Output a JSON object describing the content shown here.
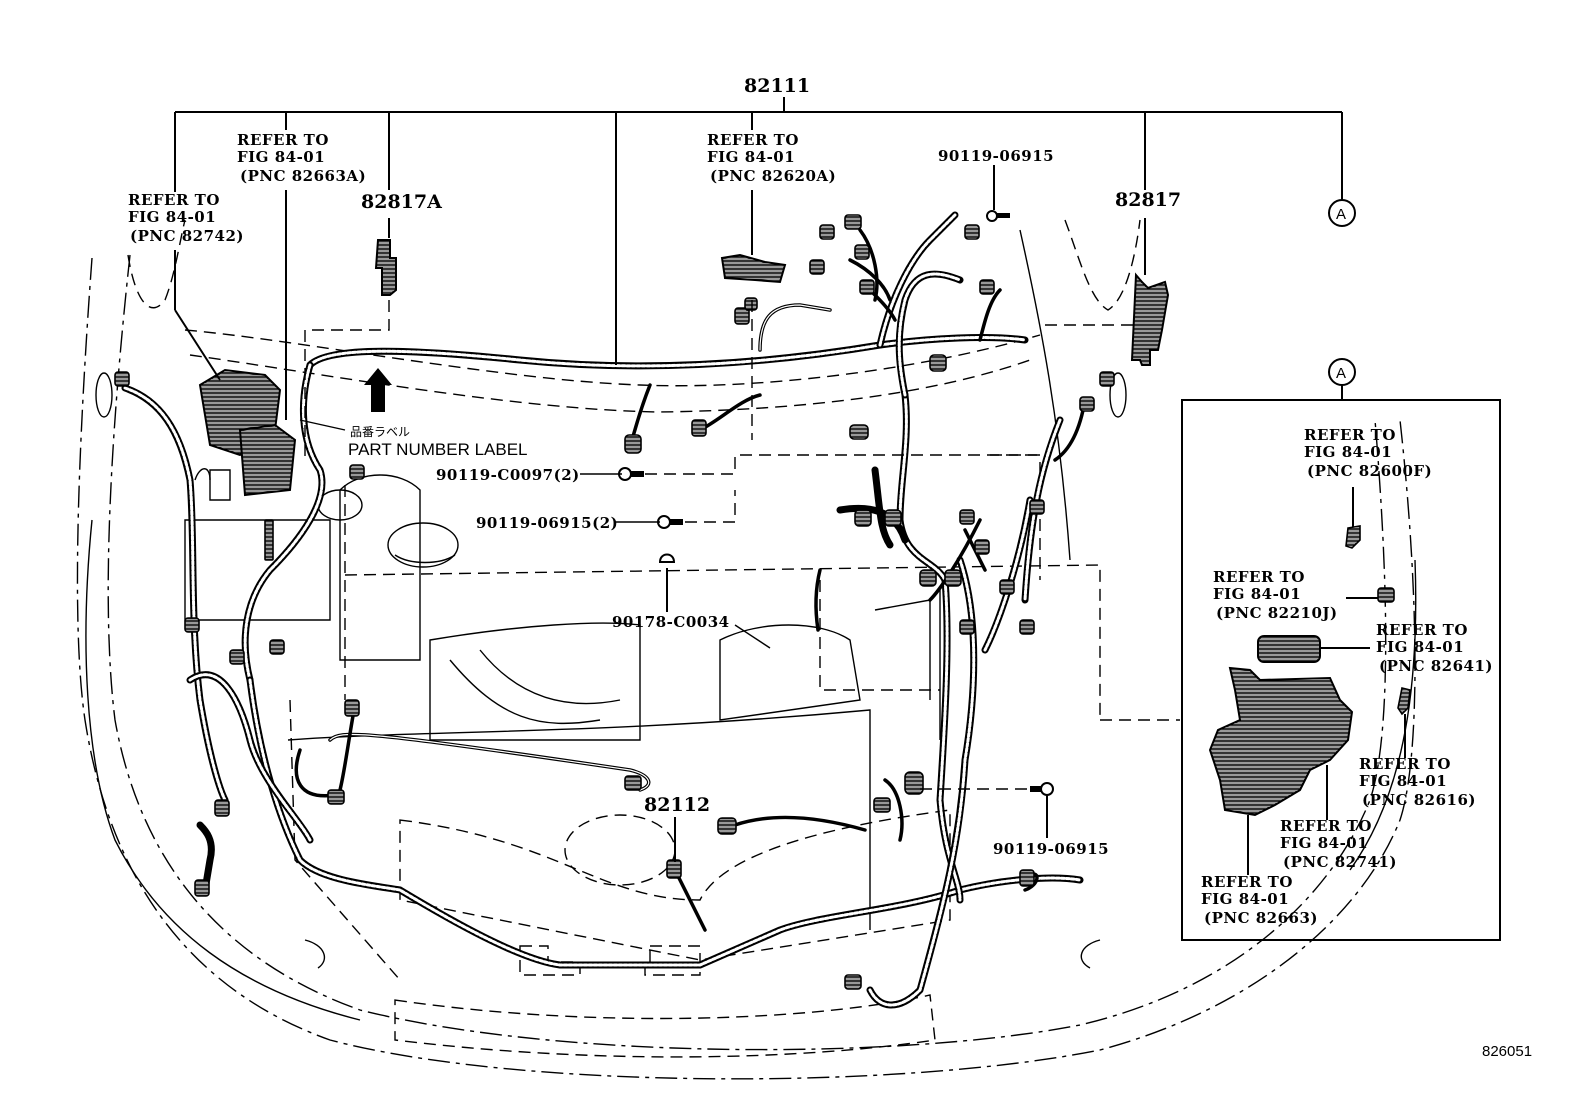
{
  "diagram": {
    "title_part": "82111",
    "figure_code": "826051",
    "part_number_label_jp": "品番ラベル",
    "part_number_label_en": "PART NUMBER LABEL",
    "callouts": {
      "refer_82742": [
        "REFER TO",
        "FIG 84-01",
        "(PNC 82742)"
      ],
      "refer_82663A": [
        "REFER TO",
        "FIG 84-01",
        "(PNC 82663A)"
      ],
      "refer_82620A": [
        "REFER TO",
        "FIG 84-01",
        "(PNC 82620A)"
      ],
      "part_82817A": "82817A",
      "part_82817": "82817",
      "bolt_top": "90119-06915",
      "bolt_c0097": "90119-C0097(2)",
      "bolt_06915_2": "90119-06915(2)",
      "nut_c0034": "90178-C0034",
      "part_82112": "82112",
      "bolt_bottom": "90119-06915",
      "ref_marker": "A"
    },
    "inset": {
      "marker": "A",
      "callouts": {
        "refer_82600F": [
          "REFER TO",
          "FIG 84-01",
          "(PNC 82600F)"
        ],
        "refer_82210J": [
          "REFER TO",
          "FIG 84-01",
          "(PNC 82210J)"
        ],
        "refer_82641": [
          "REFER TO",
          "FIG 84-01",
          "(PNC 82641)"
        ],
        "refer_82616": [
          "REFER TO",
          "FIG 84-01",
          "(PNC 82616)"
        ],
        "refer_82741": [
          "REFER TO",
          "FIG 84-01",
          "(PNC 82741)"
        ],
        "refer_82663": [
          "REFER TO",
          "FIG 84-01",
          "(PNC 82663)"
        ]
      }
    }
  }
}
